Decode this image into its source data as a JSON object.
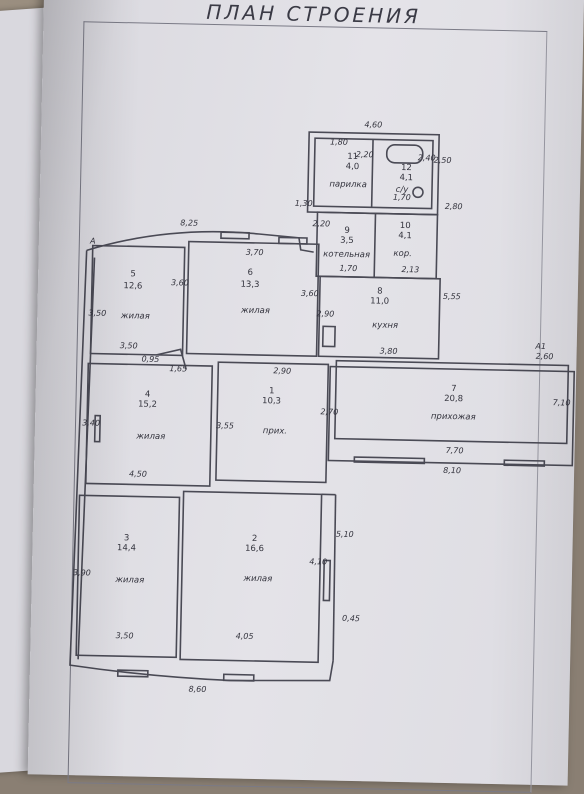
{
  "title": "ПЛАН СТРОЕНИЯ",
  "rooms": [
    {
      "id": "room-1",
      "number": "1",
      "area": "10,3",
      "label": "прих."
    },
    {
      "id": "room-2",
      "number": "2",
      "area": "16,6",
      "label": "жилая"
    },
    {
      "id": "room-3",
      "number": "3",
      "area": "14,4",
      "label": "жилая"
    },
    {
      "id": "room-4",
      "number": "4",
      "area": "15,2",
      "label": "жилая"
    },
    {
      "id": "room-5",
      "number": "5",
      "area": "12,6",
      "label": "жилая"
    },
    {
      "id": "room-6",
      "number": "6",
      "area": "13,3",
      "label": "жилая"
    },
    {
      "id": "room-7",
      "number": "7",
      "area": "20,8",
      "label": "прихожая"
    },
    {
      "id": "room-8",
      "number": "8",
      "area": "11,0",
      "label": "кухня"
    },
    {
      "id": "room-9",
      "number": "9",
      "area": "3,5",
      "label": "котельная"
    },
    {
      "id": "room-10",
      "number": "10",
      "area": "4,1",
      "label": "кор."
    },
    {
      "id": "room-11",
      "number": "11",
      "area": "4,0",
      "label": "парилка"
    },
    {
      "id": "room-12",
      "number": "12",
      "area": "4,1",
      "label": "с/у"
    }
  ],
  "dims": [
    "4,60",
    "1,80",
    "2,20",
    "2,40",
    "2,50",
    "1,70",
    "1,30",
    "2,80",
    "2,20",
    "1,70",
    "2,13",
    "8,25",
    "3,70",
    "3,60",
    "3,60",
    "2,90",
    "3,80",
    "5,55",
    "3,50",
    "1,65",
    "2,90",
    "2,70",
    "3,55",
    "4,50",
    "7,70",
    "8,10",
    "7,10",
    "2,60",
    "5,10",
    "4,10",
    "0,45",
    "3,50",
    "4,05",
    "8,60",
    "3,50",
    "3,40",
    "3,90",
    "0,95"
  ],
  "markers": [
    "А",
    "А1"
  ]
}
